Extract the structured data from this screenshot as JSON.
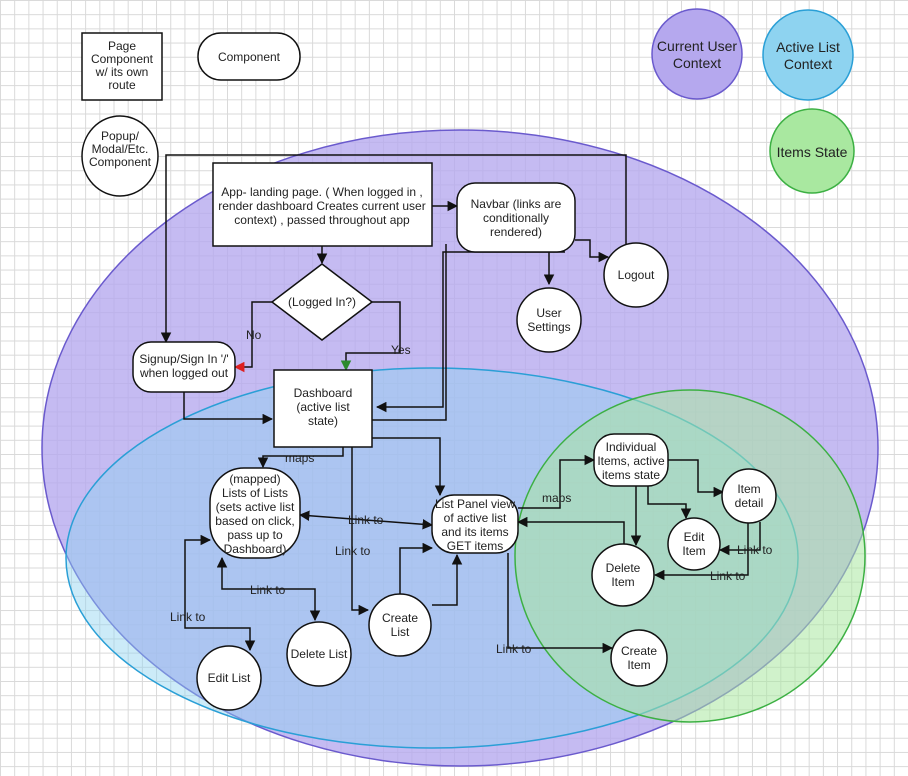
{
  "legend": {
    "page_component": [
      "Page",
      "Component",
      "w/ its own",
      "route"
    ],
    "component": [
      "Component"
    ],
    "popup": [
      "Popup/",
      "Modal/Etc.",
      "Component"
    ],
    "current_user_context": [
      "Current User",
      "Context"
    ],
    "active_list_context": [
      "Active List",
      "Context"
    ],
    "items_state": [
      "Items State"
    ]
  },
  "nodes": {
    "app": [
      "App- landing page. ( When logged in ,",
      "render dashboard  Creates current user",
      "context) , passed throughout app"
    ],
    "navbar": [
      "Navbar (links are",
      "conditionally",
      "rendered)"
    ],
    "logout": [
      "Logout"
    ],
    "user_settings": [
      "User",
      "Settings"
    ],
    "logged_in": [
      "(Logged In?)"
    ],
    "signup": [
      "Signup/Sign In '/'",
      "when logged out"
    ],
    "dashboard": [
      "Dashboard",
      "(active list",
      "state)"
    ],
    "lists": [
      "(mapped)",
      "Lists of Lists",
      "(sets active list",
      "based on click,",
      "pass up to",
      "Dashboard)"
    ],
    "list_panel": [
      "List Panel view",
      "of active list",
      "and its items",
      "GET items"
    ],
    "individual_items": [
      "Individual",
      "Items, active",
      "items state"
    ],
    "item_detail": [
      "Item",
      "detail"
    ],
    "edit_item": [
      "Edit",
      "Item"
    ],
    "delete_item": [
      "Delete",
      "Item"
    ],
    "create_list": [
      "Create",
      "List"
    ],
    "delete_list": [
      "Delete List"
    ],
    "edit_list": [
      "Edit List"
    ],
    "create_item": [
      "Create",
      "Item"
    ]
  },
  "edge_labels": {
    "no": "No",
    "yes": "Yes",
    "maps_1": "maps",
    "maps_2": "maps",
    "link_to_lists_panel": "Link to",
    "link_to_dash_create": "Link to",
    "link_to_delete_list": "Link to",
    "link_to_edit_list": "Link to",
    "link_to_create_item": "Link to",
    "link_to_edit_item": "Link to",
    "link_to_delete_item": "Link to"
  },
  "colors": {
    "current_user_context": "#b5a8ee",
    "active_list_context": "#8ed3f0",
    "items_state": "#a9e8a0",
    "no_edge": "#dd1f1f",
    "yes_edge": "#2d8a2d"
  }
}
